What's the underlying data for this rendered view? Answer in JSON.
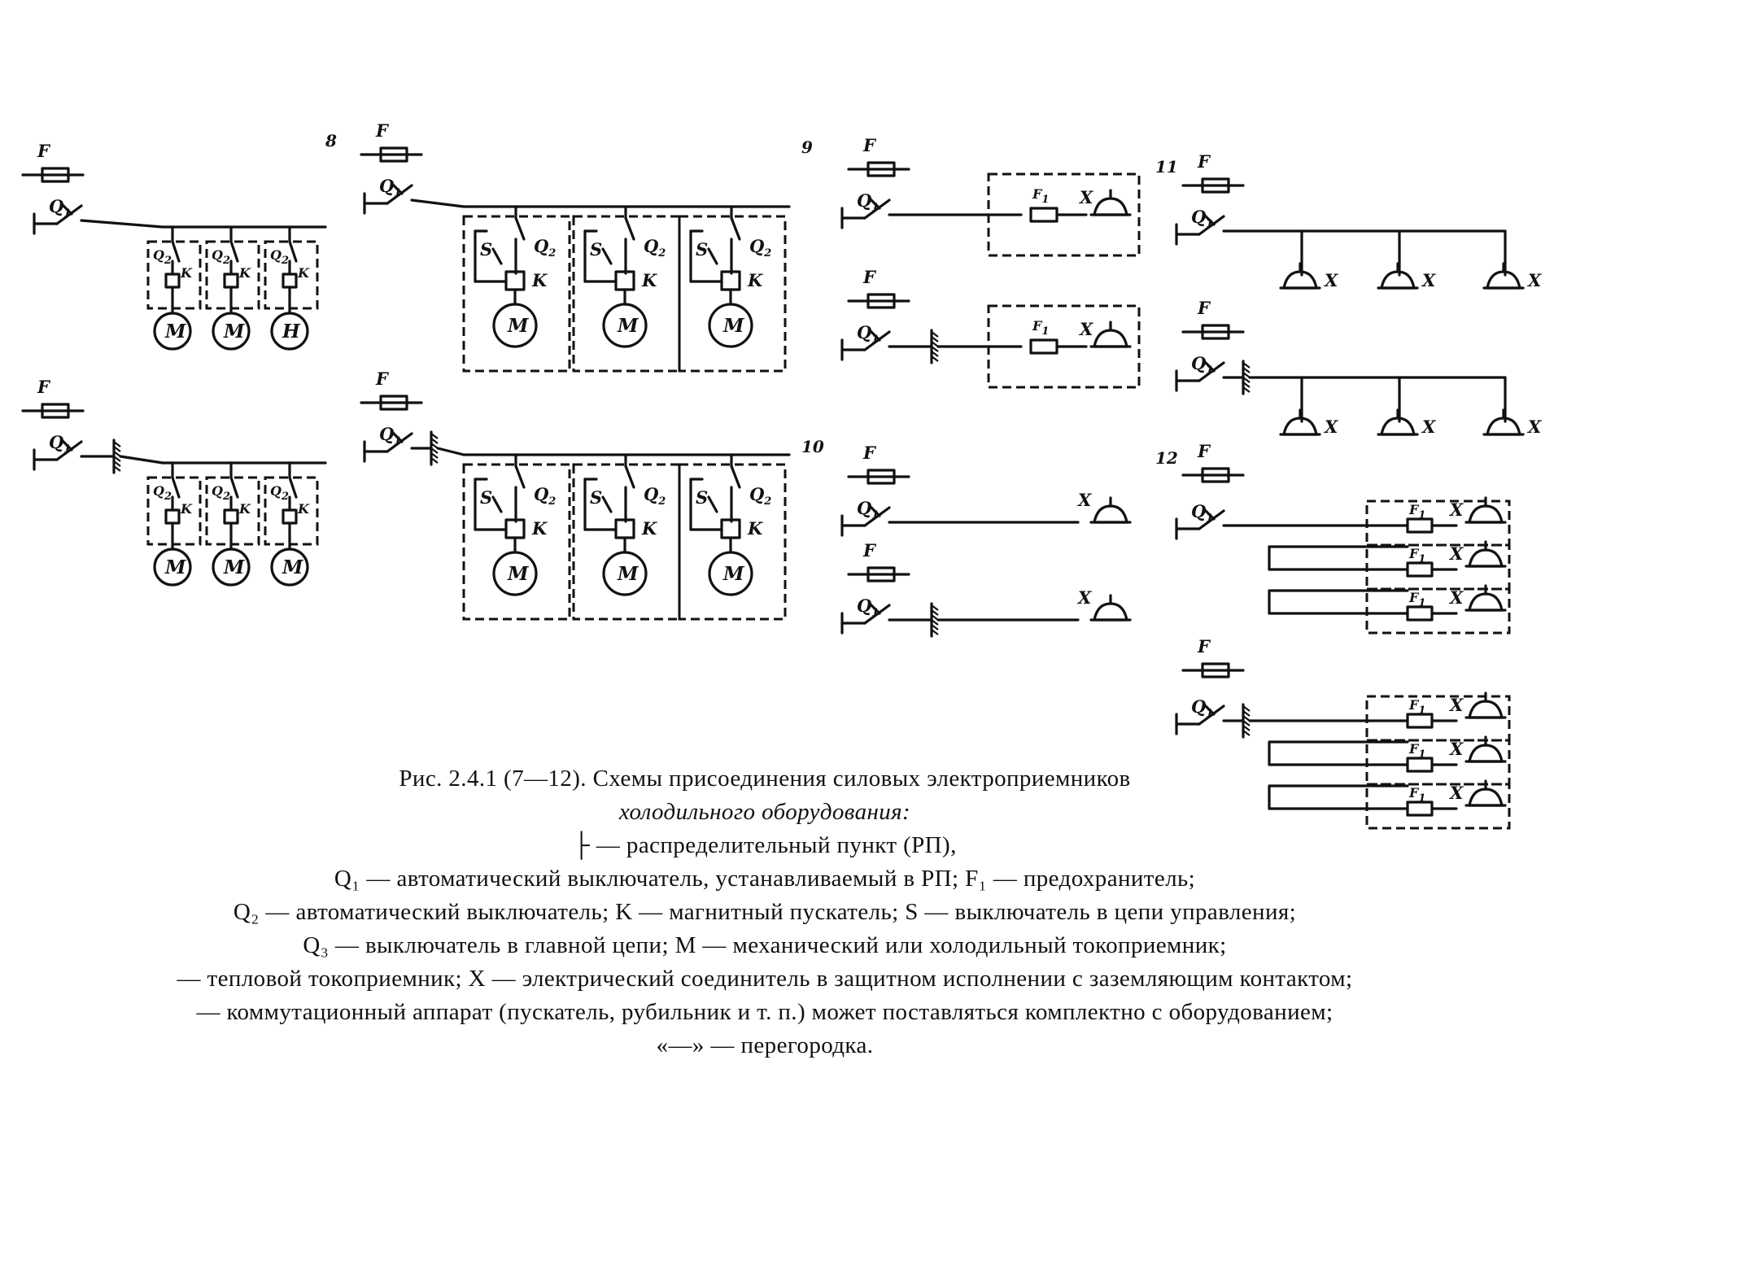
{
  "labels": {
    "fuse": "F",
    "breaker_q1": "Q",
    "breaker_q1_sub": "1",
    "breaker_q2": "Q",
    "breaker_q2_sub": "2",
    "breaker_q3": "Q",
    "breaker_q3_sub": "3",
    "starter": "K",
    "switch_s": "S",
    "motor": "M",
    "heater": "H",
    "connector": "X",
    "fuse_local": "F",
    "fuse_local_sub": "1"
  },
  "diagram_numbers": [
    "8",
    "9",
    "10",
    "11",
    "12"
  ],
  "caption": {
    "title": "Рис. 2.4.1 (7—12). Схемы присоединения силовых электроприемников",
    "subtitle": "холодильного оборудования:",
    "legend": [
      "├ — распределительный пункт (РП),",
      "Q₁ — автоматический выключатель, устанавливаемый в РП; F₁ — предохранитель;",
      "Q₂ — автоматический выключатель; K — магнитный пускатель; S — выключатель в цепи управления;",
      "Q₃ — выключатель в главной цепи; M — механический или холодильный токоприемник;",
      "— тепловой токоприемник; X — электрический соединитель в защитном исполнении с заземляющим контактом;",
      "— коммутационный аппарат (пускатель, рубильник и т. п.) может поставляться комплектно с оборудованием;",
      "«—» — перегородка."
    ]
  }
}
